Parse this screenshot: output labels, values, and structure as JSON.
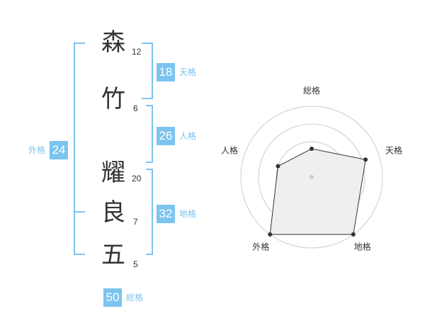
{
  "name": {
    "chars": [
      {
        "char": "森",
        "strokes": "12"
      },
      {
        "char": "竹",
        "strokes": "6"
      },
      {
        "char": "耀",
        "strokes": "20"
      },
      {
        "char": "良",
        "strokes": "7"
      },
      {
        "char": "五",
        "strokes": "5"
      }
    ]
  },
  "scores": {
    "tenkaku": {
      "value": "18",
      "label": "天格"
    },
    "jinkaku": {
      "value": "26",
      "label": "人格"
    },
    "chikaku": {
      "value": "32",
      "label": "地格"
    },
    "gaikaku": {
      "value": "24",
      "label": "外格"
    },
    "soukaku": {
      "value": "50",
      "label": "総格"
    }
  },
  "colors": {
    "accent": "#7cc4ef",
    "text": "#333333",
    "radar_fill": "#efefef"
  },
  "chart_data": {
    "type": "radar",
    "axes": [
      "総格",
      "天格",
      "地格",
      "外格",
      "人格"
    ],
    "values": [
      0.4,
      0.8,
      1.0,
      1.0,
      0.5
    ],
    "rings": 4,
    "range": [
      0,
      1
    ]
  }
}
